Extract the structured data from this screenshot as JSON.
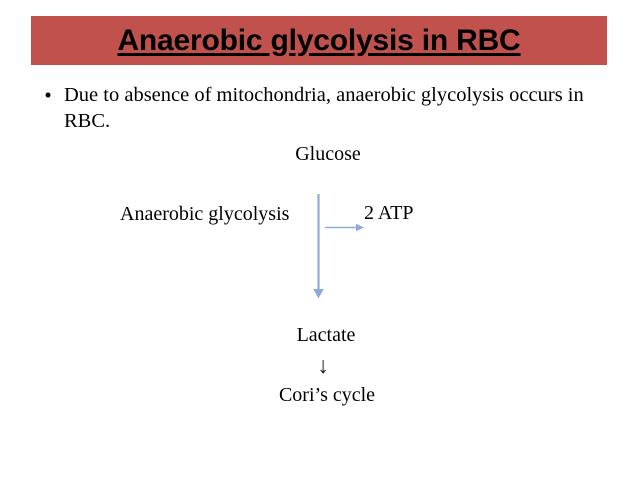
{
  "slide": {
    "title": "Anaerobic glycolysis in RBC",
    "title_bar_color": "#c0514d",
    "background_color": "#ffffff",
    "text_color": "#000000"
  },
  "bullets": [
    {
      "marker": "•",
      "text": "Due to absence of mitochondria, anaerobic glycolysis occurs in RBC."
    }
  ],
  "diagram": {
    "arrow_color": "#8eaadb",
    "nodes": {
      "glucose": "Glucose",
      "pathway_label": "Anaerobic glycolysis",
      "yield_label": "2 ATP",
      "lactate": "Lactate",
      "cori": "Cori’s cycle"
    },
    "glyphs": {
      "down_arrow": "↓"
    }
  }
}
